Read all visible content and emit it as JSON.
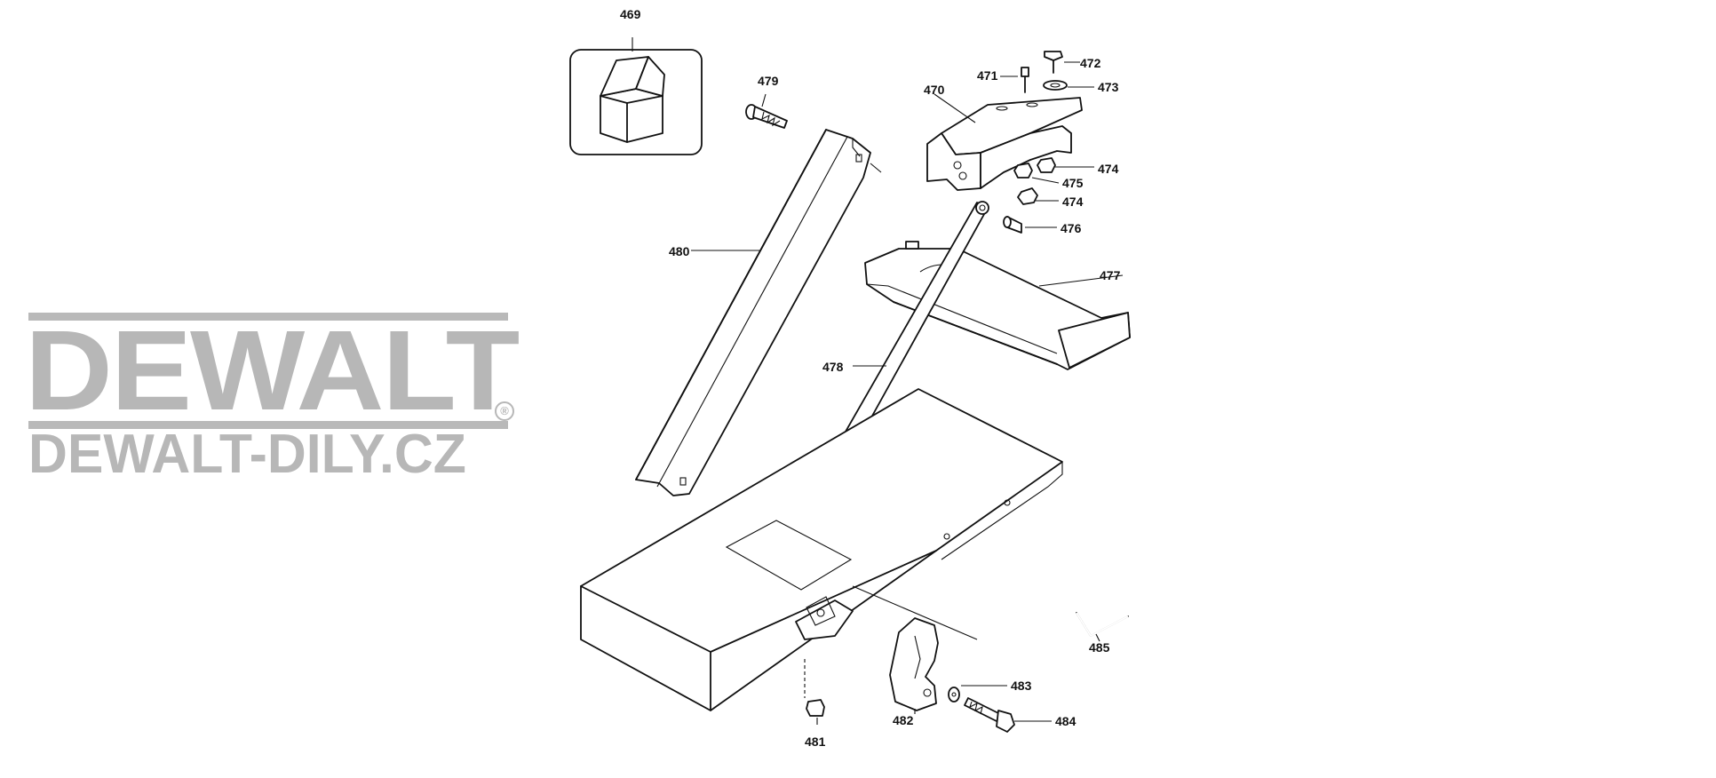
{
  "watermark": {
    "brand": "DEWALT",
    "registered": "®",
    "url": "DEWALT-DILY.CZ"
  },
  "parts": {
    "p469": "469",
    "p470": "470",
    "p471": "471",
    "p472": "472",
    "p473": "473",
    "p474a": "474",
    "p474b": "474",
    "p475": "475",
    "p476": "476",
    "p477": "477",
    "p478": "478",
    "p479": "479",
    "p480": "480",
    "p481": "481",
    "p482": "482",
    "p483": "483",
    "p484": "484",
    "p485": "485"
  }
}
